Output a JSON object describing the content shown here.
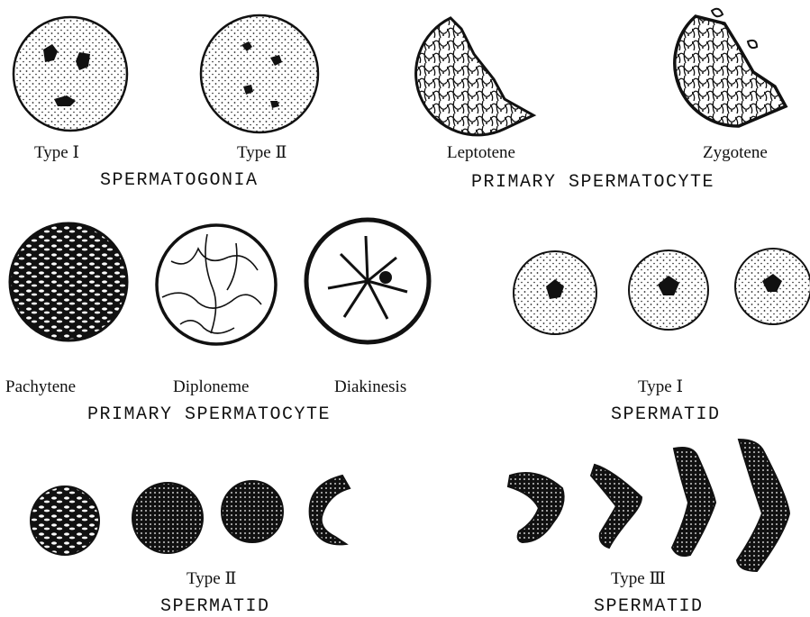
{
  "labels": {
    "spermatogonia_type1": "Type Ⅰ",
    "spermatogonia_type2": "Type Ⅱ",
    "leptotene": "Leptotene",
    "zygotene": "Zygotene",
    "pachytene": "Pachytene",
    "diplonema": "Diploneme",
    "diakinesis": "Diakinesis",
    "spermatid_type1": "Type Ⅰ",
    "spermatid_type2": "Type Ⅱ",
    "spermatid_type3": "Type Ⅲ"
  },
  "groups": {
    "spermatogonia": "SPERMATOGONIA",
    "primary_spermatocyte_top": "PRIMARY  SPERMATOCYTE",
    "primary_spermatocyte_mid": "PRIMARY  SPERMATOCYTE",
    "spermatid_type1": "SPERMATID",
    "spermatid_type2": "SPERMATID",
    "spermatid_type3": "SPERMATID"
  }
}
